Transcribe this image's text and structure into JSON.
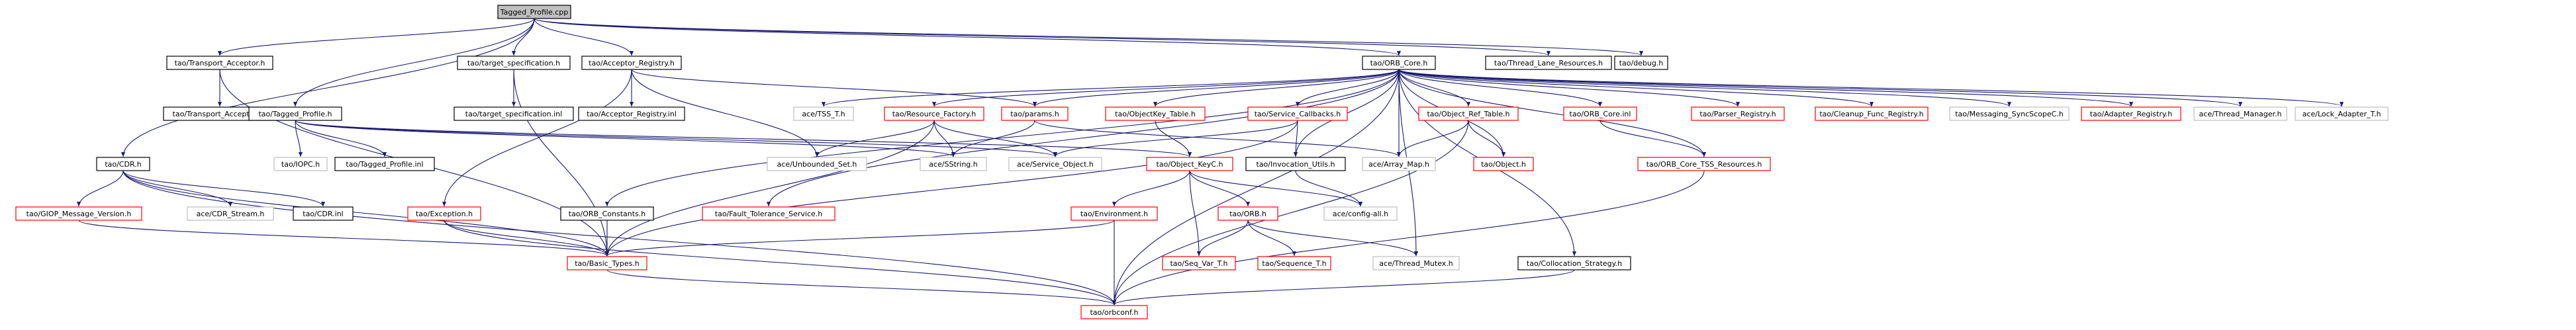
{
  "colors": {
    "edge": "#191970",
    "border_doc": "#000000",
    "border_undoc": "#ff0000",
    "border_external": "#bfbfbf",
    "root_fill": "#bfbfbf",
    "fill": "#ffffff"
  },
  "nodes": [
    {
      "id": "tagged_profile_cpp",
      "label": "Tagged_Profile.cpp",
      "kind": "root"
    },
    {
      "id": "transport_acceptor_h",
      "label": "tao/Transport_Acceptor.h",
      "kind": "doc"
    },
    {
      "id": "target_specification_h",
      "label": "tao/target_specification.h",
      "kind": "doc"
    },
    {
      "id": "acceptor_registry_h",
      "label": "tao/Acceptor_Registry.h",
      "kind": "doc"
    },
    {
      "id": "orb_core_h",
      "label": "tao/ORB_Core.h",
      "kind": "doc"
    },
    {
      "id": "thread_lane_resources_h",
      "label": "tao/Thread_Lane_Resources.h",
      "kind": "doc"
    },
    {
      "id": "debug_h",
      "label": "tao/debug.h",
      "kind": "doc"
    },
    {
      "id": "transport_acceptor_inl",
      "label": "tao/Transport_Acceptor.inl",
      "kind": "doc"
    },
    {
      "id": "target_specification_inl",
      "label": "tao/target_specification.inl",
      "kind": "doc"
    },
    {
      "id": "acceptor_registry_inl",
      "label": "tao/Acceptor_Registry.inl",
      "kind": "doc"
    },
    {
      "id": "tagged_profile_h",
      "label": "tao/Tagged_Profile.h",
      "kind": "doc"
    },
    {
      "id": "iopc_h",
      "label": "tao/IOPC.h",
      "kind": "ext"
    },
    {
      "id": "tagged_profile_i",
      "label": "tao/Tagged_Profile.inl",
      "kind": "doc"
    },
    {
      "id": "tss_t_h",
      "label": "ace/TSS_T.h",
      "kind": "ext"
    },
    {
      "id": "resource_factory_h",
      "label": "tao/Resource_Factory.h",
      "kind": "undoc"
    },
    {
      "id": "params_h",
      "label": "tao/params.h",
      "kind": "undoc"
    },
    {
      "id": "objectkey_table_h",
      "label": "tao/ObjectKey_Table.h",
      "kind": "undoc"
    },
    {
      "id": "service_callbacks_h",
      "label": "tao/Service_Callbacks.h",
      "kind": "undoc"
    },
    {
      "id": "object_ref_table_h",
      "label": "tao/Object_Ref_Table.h",
      "kind": "undoc"
    },
    {
      "id": "orb_core_inl",
      "label": "tao/ORB_Core.inl",
      "kind": "undoc"
    },
    {
      "id": "parser_registry_h",
      "label": "tao/Parser_Registry.h",
      "kind": "undoc"
    },
    {
      "id": "cleanup_func_registry_h",
      "label": "tao/Cleanup_Func_Registry.h",
      "kind": "undoc"
    },
    {
      "id": "messaging_syncscopec_h",
      "label": "tao/Messaging_SyncScopeC.h",
      "kind": "ext"
    },
    {
      "id": "adapter_registry_h",
      "label": "tao/Adapter_Registry.h",
      "kind": "undoc"
    },
    {
      "id": "thread_manager_h",
      "label": "ace/Thread_Manager.h",
      "kind": "ext"
    },
    {
      "id": "lock_adapter_t_h",
      "label": "ace/Lock_Adapter_T.h",
      "kind": "ext"
    },
    {
      "id": "cdr_h",
      "label": "tao/CDR.h",
      "kind": "doc"
    },
    {
      "id": "unbounded_set_h",
      "label": "ace/Unbounded_Set.h",
      "kind": "ext"
    },
    {
      "id": "sstring_h",
      "label": "ace/SString.h",
      "kind": "ext"
    },
    {
      "id": "service_object_h",
      "label": "ace/Service_Object.h",
      "kind": "ext"
    },
    {
      "id": "object_keyc_h",
      "label": "tao/Object_KeyC.h",
      "kind": "undoc"
    },
    {
      "id": "invocation_utils_h",
      "label": "tao/Invocation_Utils.h",
      "kind": "doc"
    },
    {
      "id": "array_map_h",
      "label": "ace/Array_Map.h",
      "kind": "ext"
    },
    {
      "id": "object_h",
      "label": "tao/Object.h",
      "kind": "undoc"
    },
    {
      "id": "orb_core_tss_resources_h",
      "label": "tao/ORB_Core_TSS_Resources.h",
      "kind": "undoc"
    },
    {
      "id": "giop_message_version_h",
      "label": "tao/GIOP_Message_Version.h",
      "kind": "undoc"
    },
    {
      "id": "cdr_stream_h",
      "label": "ace/CDR_Stream.h",
      "kind": "ext"
    },
    {
      "id": "cdr_inl",
      "label": "tao/CDR.inl",
      "kind": "doc"
    },
    {
      "id": "exception_h",
      "label": "tao/Exception.h",
      "kind": "undoc"
    },
    {
      "id": "orb_constants_h",
      "label": "tao/ORB_Constants.h",
      "kind": "doc"
    },
    {
      "id": "fault_tolerance_service_h",
      "label": "tao/Fault_Tolerance_Service.h",
      "kind": "undoc"
    },
    {
      "id": "environment_h",
      "label": "tao/Environment.h",
      "kind": "undoc"
    },
    {
      "id": "orb_h",
      "label": "tao/ORB.h",
      "kind": "undoc"
    },
    {
      "id": "config_all_h",
      "label": "ace/config-all.h",
      "kind": "ext"
    },
    {
      "id": "collocation_strategy_h",
      "label": "tao/Collocation_Strategy.h",
      "kind": "doc"
    },
    {
      "id": "basic_types_h",
      "label": "tao/Basic_Types.h",
      "kind": "undoc"
    },
    {
      "id": "seq_var_t_h",
      "label": "tao/Seq_Var_T.h",
      "kind": "undoc"
    },
    {
      "id": "sequence_t_h",
      "label": "tao/Sequence_T.h",
      "kind": "undoc"
    },
    {
      "id": "thread_mutex_h",
      "label": "ace/Thread_Mutex.h",
      "kind": "ext"
    },
    {
      "id": "orbconf_h",
      "label": "tao/orbconf.h",
      "kind": "undoc"
    }
  ],
  "edges": [
    [
      "tagged_profile_cpp",
      "transport_acceptor_h"
    ],
    [
      "tagged_profile_cpp",
      "target_specification_h"
    ],
    [
      "tagged_profile_cpp",
      "acceptor_registry_h"
    ],
    [
      "tagged_profile_cpp",
      "orb_core_h"
    ],
    [
      "tagged_profile_cpp",
      "thread_lane_resources_h"
    ],
    [
      "tagged_profile_cpp",
      "debug_h"
    ],
    [
      "tagged_profile_cpp",
      "tagged_profile_h"
    ],
    [
      "tagged_profile_cpp",
      "cdr_h"
    ],
    [
      "transport_acceptor_h",
      "transport_acceptor_inl"
    ],
    [
      "transport_acceptor_h",
      "basic_types_h"
    ],
    [
      "target_specification_h",
      "target_specification_inl"
    ],
    [
      "target_specification_h",
      "basic_types_h"
    ],
    [
      "acceptor_registry_h",
      "acceptor_registry_inl"
    ],
    [
      "acceptor_registry_h",
      "exception_h"
    ],
    [
      "acceptor_registry_h",
      "unbounded_set_h"
    ],
    [
      "acceptor_registry_h",
      "params_h"
    ],
    [
      "orb_core_h",
      "tss_t_h"
    ],
    [
      "orb_core_h",
      "resource_factory_h"
    ],
    [
      "orb_core_h",
      "params_h"
    ],
    [
      "orb_core_h",
      "objectkey_table_h"
    ],
    [
      "orb_core_h",
      "service_callbacks_h"
    ],
    [
      "orb_core_h",
      "object_ref_table_h"
    ],
    [
      "orb_core_h",
      "orb_core_inl"
    ],
    [
      "orb_core_h",
      "parser_registry_h"
    ],
    [
      "orb_core_h",
      "cleanup_func_registry_h"
    ],
    [
      "orb_core_h",
      "messaging_syncscopec_h"
    ],
    [
      "orb_core_h",
      "adapter_registry_h"
    ],
    [
      "orb_core_h",
      "thread_manager_h"
    ],
    [
      "orb_core_h",
      "lock_adapter_t_h"
    ],
    [
      "orb_core_h",
      "orb_core_tss_resources_h"
    ],
    [
      "orb_core_h",
      "orb_constants_h"
    ],
    [
      "orb_core_h",
      "fault_tolerance_service_h"
    ],
    [
      "orb_core_h",
      "collocation_strategy_h"
    ],
    [
      "orb_core_h",
      "array_map_h"
    ],
    [
      "orb_core_h",
      "invocation_utils_h"
    ],
    [
      "orb_core_h",
      "object_h"
    ],
    [
      "orb_core_h",
      "thread_mutex_h"
    ],
    [
      "orb_core_h",
      "orbconf_h"
    ],
    [
      "tagged_profile_h",
      "iopc_h"
    ],
    [
      "tagged_profile_h",
      "tagged_profile_i"
    ],
    [
      "tagged_profile_h",
      "object_keyc_h"
    ],
    [
      "tagged_profile_h",
      "sstring_h"
    ],
    [
      "tagged_profile_h",
      "service_object_h"
    ],
    [
      "resource_factory_h",
      "unbounded_set_h"
    ],
    [
      "resource_factory_h",
      "sstring_h"
    ],
    [
      "resource_factory_h",
      "service_object_h"
    ],
    [
      "resource_factory_h",
      "basic_types_h"
    ],
    [
      "params_h",
      "sstring_h"
    ],
    [
      "params_h",
      "array_map_h"
    ],
    [
      "objectkey_table_h",
      "object_keyc_h"
    ],
    [
      "service_callbacks_h",
      "invocation_utils_h"
    ],
    [
      "service_callbacks_h",
      "service_object_h"
    ],
    [
      "service_callbacks_h",
      "basic_types_h"
    ],
    [
      "object_ref_table_h",
      "array_map_h"
    ],
    [
      "object_ref_table_h",
      "object_h"
    ],
    [
      "object_ref_table_h",
      "orbconf_h"
    ],
    [
      "orb_core_inl",
      "orb_core_tss_resources_h"
    ],
    [
      "orb_core_tss_resources_h",
      "orbconf_h"
    ],
    [
      "object_keyc_h",
      "environment_h"
    ],
    [
      "object_keyc_h",
      "orb_h"
    ],
    [
      "object_keyc_h",
      "seq_var_t_h"
    ],
    [
      "object_keyc_h",
      "config_all_h"
    ],
    [
      "invocation_utils_h",
      "config_all_h"
    ],
    [
      "orb_h",
      "seq_var_t_h"
    ],
    [
      "orb_h",
      "sequence_t_h"
    ],
    [
      "orb_h",
      "thread_mutex_h"
    ],
    [
      "environment_h",
      "basic_types_h"
    ],
    [
      "environment_h",
      "orbconf_h"
    ],
    [
      "cdr_h",
      "giop_message_version_h"
    ],
    [
      "cdr_h",
      "cdr_stream_h"
    ],
    [
      "cdr_h",
      "cdr_inl"
    ],
    [
      "cdr_h",
      "basic_types_h"
    ],
    [
      "cdr_h",
      "orbconf_h"
    ],
    [
      "giop_message_version_h",
      "basic_types_h"
    ],
    [
      "exception_h",
      "basic_types_h"
    ],
    [
      "exception_h",
      "orbconf_h"
    ],
    [
      "orb_constants_h",
      "basic_types_h"
    ],
    [
      "basic_types_h",
      "orbconf_h"
    ],
    [
      "collocation_strategy_h",
      "orbconf_h"
    ]
  ]
}
